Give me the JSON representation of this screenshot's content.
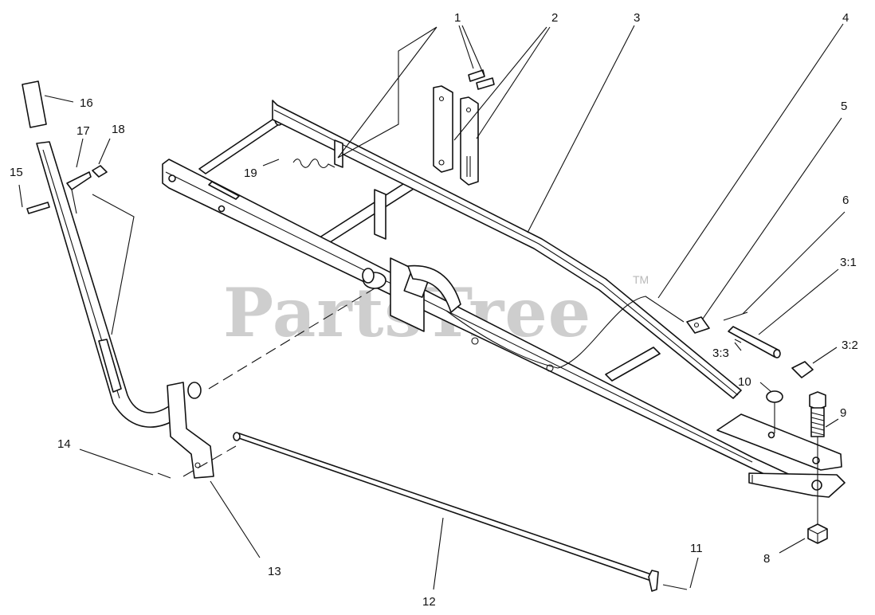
{
  "watermark": {
    "text": "PartsTree",
    "trademark": "TM"
  },
  "callouts": {
    "c1": "1",
    "c2": "2",
    "c3": "3",
    "c4": "4",
    "c5": "5",
    "c6": "6",
    "c3_1": "3:1",
    "c3_2": "3:2",
    "c3_3": "3:3",
    "c8": "8",
    "c9": "9",
    "c10": "10",
    "c11": "11",
    "c12": "12",
    "c13": "13",
    "c14": "14",
    "c15": "15",
    "c16": "16",
    "c17": "17",
    "c18": "18",
    "c19": "19"
  }
}
